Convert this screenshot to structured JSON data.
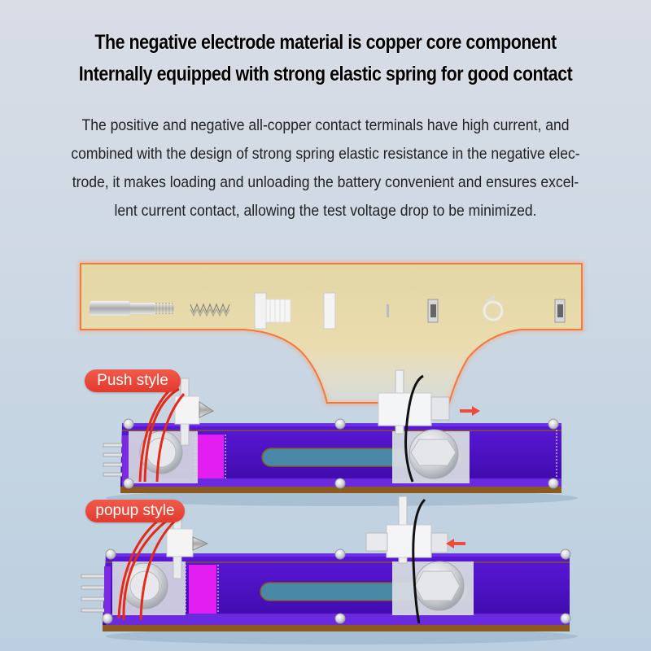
{
  "headline": {
    "line1": "The negative electrode material is copper core component",
    "line2": "Internally equipped with strong elastic spring for good contact"
  },
  "description": {
    "lines": [
      "The positive and negative all-copper contact terminals have high current, and",
      "combined with the design of strong spring elastic resistance in the negative elec-",
      "trode, it makes loading and unloading the battery convenient and ensures excel-",
      "lent current contact, allowing the test voltage drop to be minimized."
    ]
  },
  "parts_callout": {
    "parts": [
      "copper-pin",
      "spring",
      "threaded-sleeve",
      "insulating-washer",
      "thin-washer",
      "hex-nut",
      "wire-ring",
      "hex-nut"
    ]
  },
  "fixtures": [
    {
      "label": "Push style",
      "arrow": "right"
    },
    {
      "label": "popup style",
      "arrow": "left"
    }
  ],
  "colors": {
    "badge": "#e8402f",
    "board": "#4a10c8",
    "board_highlight": "#e21ef0",
    "callout_fill": "#e6d9a8",
    "callout_border": "#f07a40",
    "wire_positive": "#e42a18",
    "wire_negative": "#111111",
    "arrow": "#ef4a3a"
  }
}
